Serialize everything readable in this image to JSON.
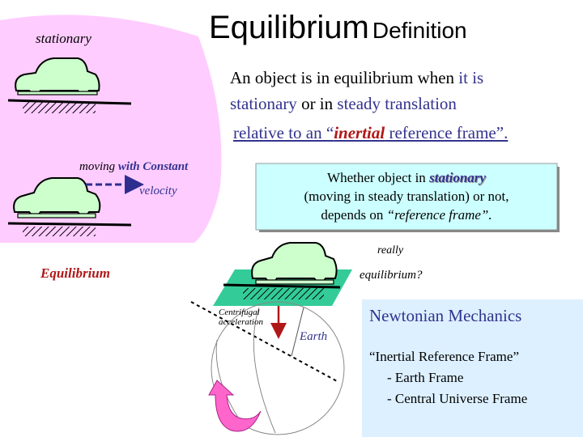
{
  "title": {
    "main": "Equilibrium",
    "sub": "Definition"
  },
  "labels": {
    "stationary": "stationary",
    "moving": "moving",
    "with_constant": "with Constant",
    "velocity": "velocity",
    "equilibrium": "Equilibrium",
    "really": "really",
    "equilibrium_q": "equilibrium?",
    "centrifugal": "Centrifugal",
    "acceleration": "acceleration",
    "earth": "Earth"
  },
  "definition": {
    "line1_a": "An object is in equilibrium when ",
    "line1_b": "it is",
    "line2_a": "stationary",
    "line2_b": " or in ",
    "line2_c": "steady translation",
    "line3_a": "relative to an “",
    "line3_b": "inertial",
    "line3_c": " reference frame”."
  },
  "box": {
    "line1_a": "Whether object in ",
    "line1_b": "stationary",
    "line2": "(moving in steady translation) or not,",
    "line3_a": "depends on ",
    "line3_b": "“reference frame”."
  },
  "newtonian": {
    "title": "Newtonian Mechanics",
    "frame": "“Inertial Reference Frame”",
    "items": [
      "-  Earth Frame",
      "-  Central Universe Frame"
    ]
  },
  "colors": {
    "pink": "#ffccff",
    "car": "#ccffcc",
    "teal": "#33cc99",
    "box": "#ccffff",
    "light_blue": "#ddf0ff",
    "arrow_pink": "#ff66cc",
    "dark_blue": "#2e2e8f",
    "dark_red": "#b01818"
  }
}
